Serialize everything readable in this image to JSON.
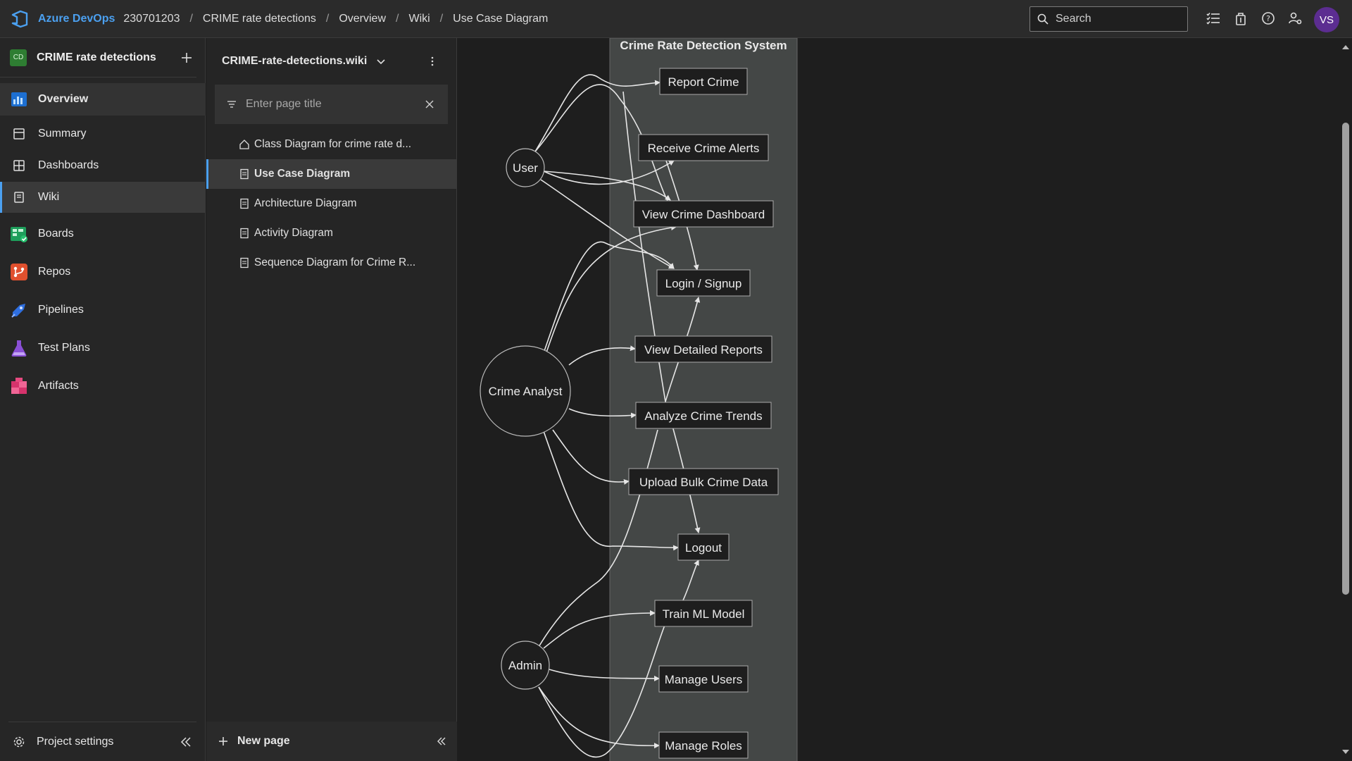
{
  "topbar": {
    "brand": "Azure DevOps",
    "breadcrumb": [
      "230701203",
      "CRIME rate detections",
      "Overview",
      "Wiki",
      "Use Case Diagram"
    ],
    "search_placeholder": "Search",
    "avatar_initials": "VS"
  },
  "leftnav": {
    "project_badge": "CD",
    "project_name": "CRIME rate detections",
    "items": [
      {
        "label": "Overview",
        "icon": "overview-icon"
      },
      {
        "label": "Summary",
        "icon": "summary-icon"
      },
      {
        "label": "Dashboards",
        "icon": "dashboards-icon"
      },
      {
        "label": "Wiki",
        "icon": "wiki-icon"
      },
      {
        "label": "Boards",
        "icon": "boards-icon"
      },
      {
        "label": "Repos",
        "icon": "repos-icon"
      },
      {
        "label": "Pipelines",
        "icon": "pipelines-icon"
      },
      {
        "label": "Test Plans",
        "icon": "test-plans-icon"
      },
      {
        "label": "Artifacts",
        "icon": "artifacts-icon"
      }
    ],
    "footer": "Project settings"
  },
  "wiki": {
    "name": "CRIME-rate-detections.wiki",
    "filter_placeholder": "Enter page title",
    "pages": [
      "Class Diagram for crime rate d...",
      "Use Case Diagram",
      "Architecture Diagram",
      "Activity Diagram",
      "Sequence Diagram for Crime R..."
    ],
    "new_page": "New page"
  },
  "diagram": {
    "system_title": "Crime Rate Detection System",
    "actors": [
      "User",
      "Crime Analyst",
      "Admin"
    ],
    "use_cases": [
      "Report Crime",
      "Receive Crime Alerts",
      "View Crime Dashboard",
      "Login / Signup",
      "View Detailed Reports",
      "Analyze Crime Trends",
      "Upload Bulk Crime Data",
      "Logout",
      "Train ML Model",
      "Manage Users",
      "Manage Roles"
    ]
  },
  "colors": {
    "accent": "#4ba0f0",
    "avatar": "#5c2d91",
    "system_bg": "#444746"
  }
}
